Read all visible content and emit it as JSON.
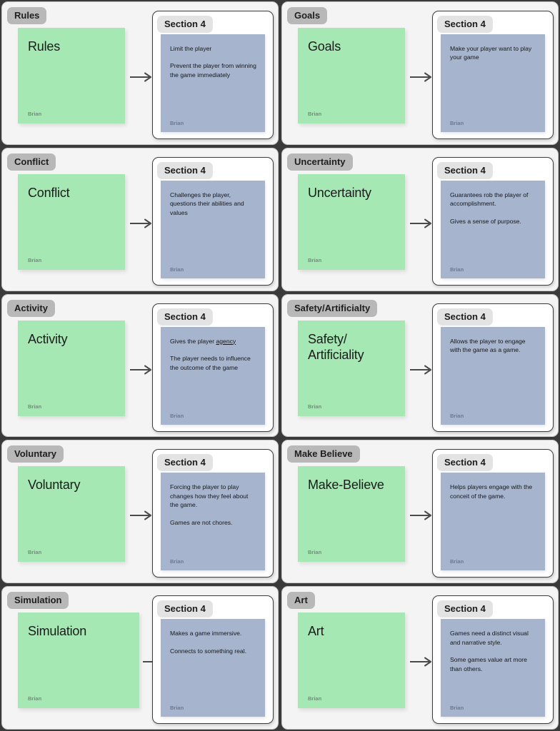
{
  "board": {
    "columns": 2,
    "rows": 5,
    "author": "Brian",
    "section_label": "Section 4",
    "colors": {
      "page_background": "#3a3a3a",
      "cell_background": "#f4f4f4",
      "header_pill": "#b8b8b8",
      "section_pill": "#e3e3e3",
      "green_note": "#a5e8b4",
      "blue_note": "#a6b4cd",
      "arrow": "#4a4a4a"
    }
  },
  "cells": [
    {
      "header": "Rules",
      "note_title": "Rules",
      "author": "Brian",
      "section_label": "Section 4",
      "paragraphs": [
        "Limit the player",
        "Prevent the player from winning the game immediately"
      ],
      "section_author": "Brian"
    },
    {
      "header": "Goals",
      "note_title": "Goals",
      "author": "Brian",
      "section_label": "Section 4",
      "paragraphs": [
        "Make your player want to play your game"
      ],
      "section_author": "Brian"
    },
    {
      "header": "Conflict",
      "note_title": "Conflict",
      "author": "Brian",
      "section_label": "Section 4",
      "paragraphs": [
        "Challenges the player, questions their abilities and values"
      ],
      "section_author": "Brian"
    },
    {
      "header": "Uncertainty",
      "note_title": "Uncertainty",
      "author": "Brian",
      "section_label": "Section 4",
      "paragraphs": [
        "Guarantees rob the player of accomplishment.",
        "Gives a sense of purpose."
      ],
      "section_author": "Brian"
    },
    {
      "header": "Activity",
      "note_title": "Activity",
      "author": "Brian",
      "section_label": "Section 4",
      "paragraphs_html": [
        "Gives the player <u>agency</u>",
        "The player needs to influence the outcome of the game"
      ],
      "section_author": "Brian"
    },
    {
      "header": "Safety/Artificialty",
      "note_title": "Safety/ Artificiality",
      "author": "Brian",
      "section_label": "Section 4",
      "paragraphs": [
        "Allows the player to engage with the game as a game."
      ],
      "section_author": "Brian"
    },
    {
      "header": "Voluntary",
      "note_title": "Voluntary",
      "author": "Brian",
      "section_label": "Section 4",
      "paragraphs": [
        "Forcing the player to play changes how they feel about the game.",
        "Games are not chores."
      ],
      "section_author": "Brian"
    },
    {
      "header": "Make Believe",
      "note_title": "Make-Believe",
      "author": "Brian",
      "section_label": "Section 4",
      "paragraphs": [
        "Helps players engage with the conceit of the game."
      ],
      "section_author": "Brian"
    },
    {
      "header": "Simulation",
      "note_title": "Simulation",
      "author": "Brian",
      "section_label": "Section 4",
      "paragraphs": [
        "Makes a game immersive.",
        "Connects to something real."
      ],
      "section_author": "Brian",
      "wide_note": true
    },
    {
      "header": "Art",
      "note_title": "Art",
      "author": "Brian",
      "section_label": "Section 4",
      "paragraphs": [
        "Games need a distinct visual and narrative style.",
        "Some games value art more than others."
      ],
      "section_author": "Brian"
    }
  ]
}
